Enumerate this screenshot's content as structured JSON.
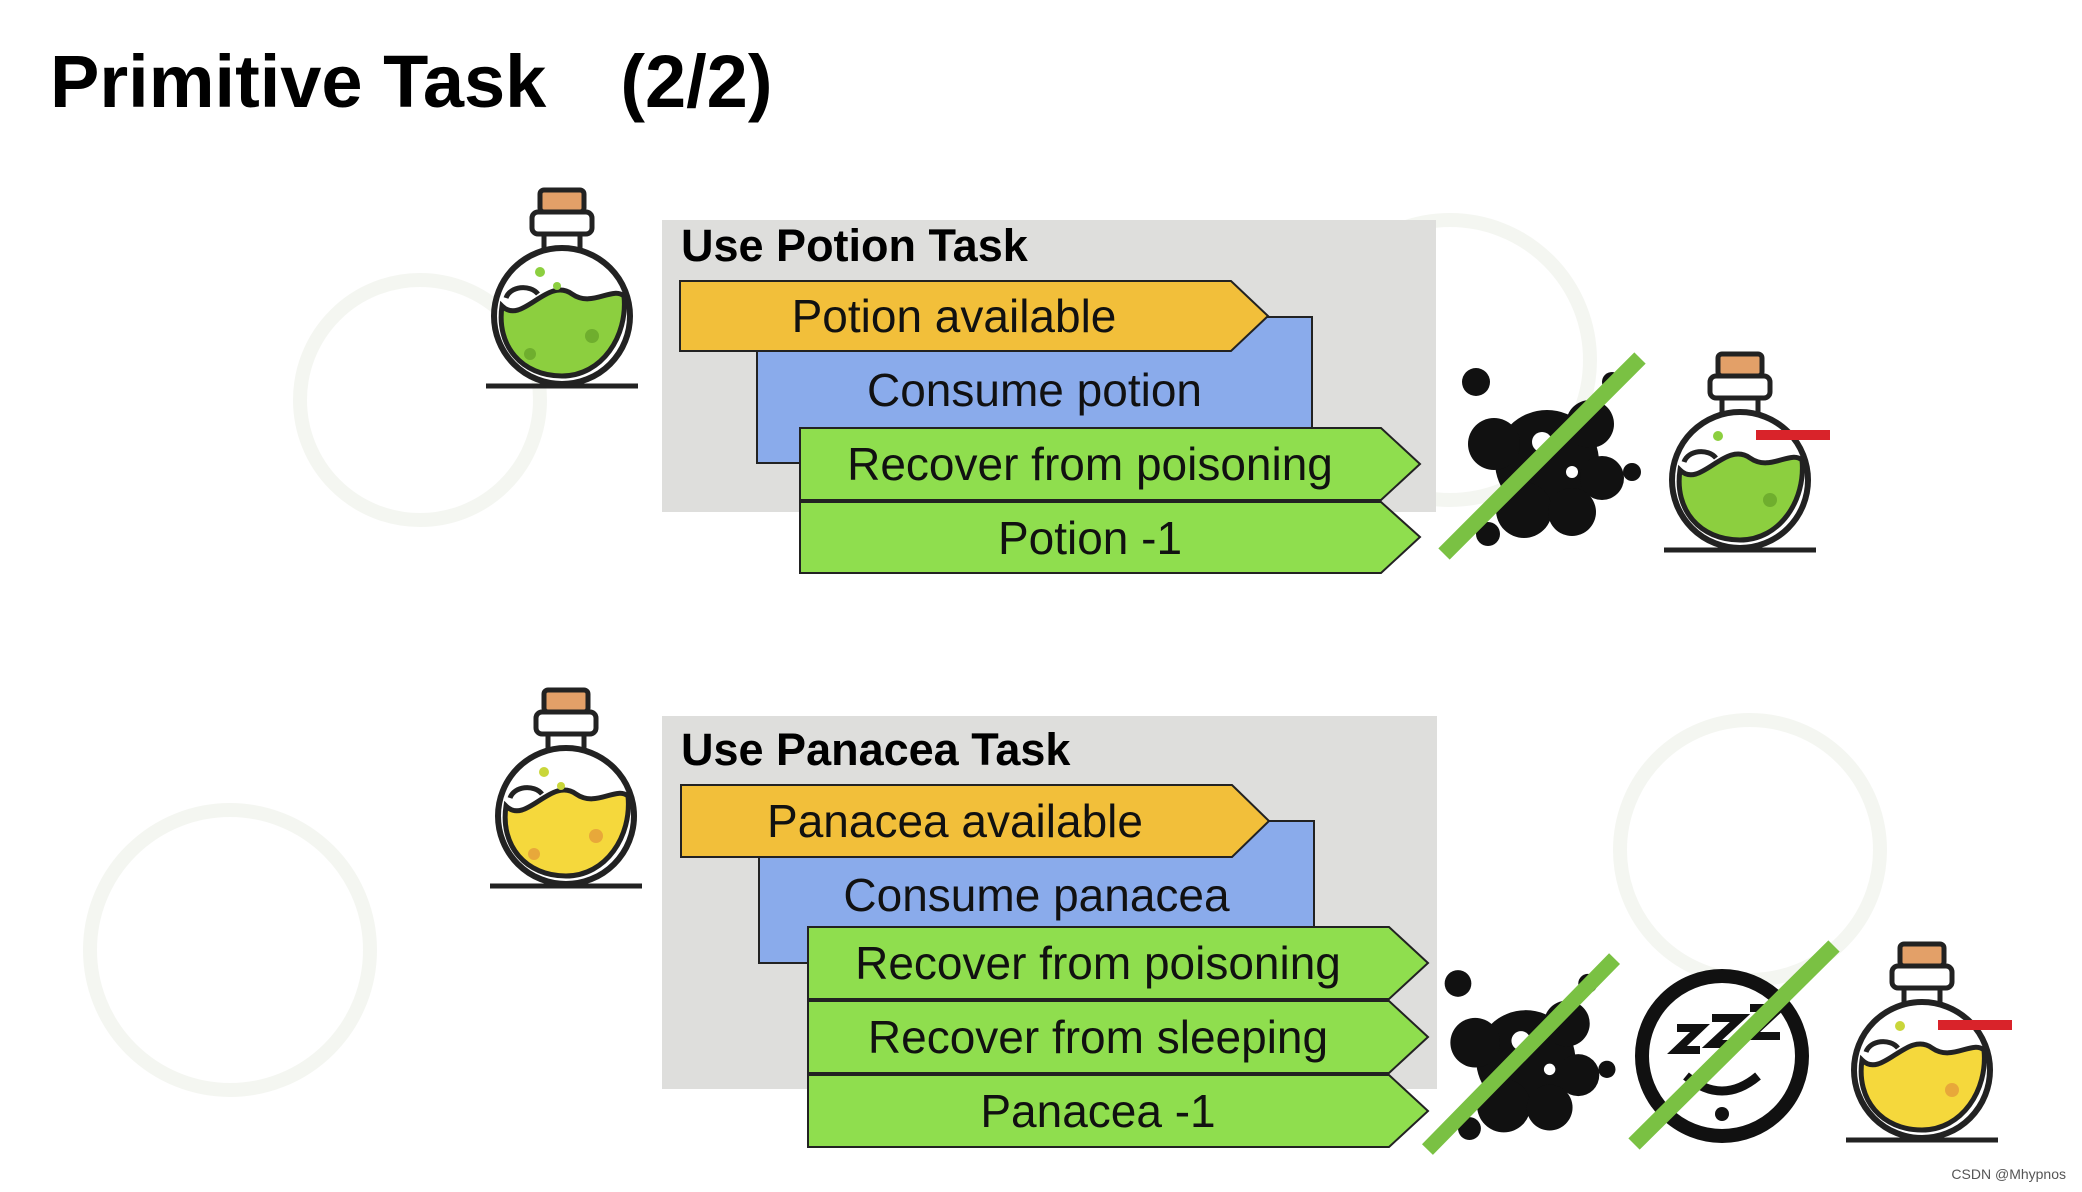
{
  "slide": {
    "title": "Primitive Task　(2/2)",
    "credit": "CSDN @Mhypnos"
  },
  "colors": {
    "panel": "#dededc",
    "condition": "#f2bf3a",
    "operator": "#8aabeb",
    "effect": "#8fde4e",
    "potion_liquid": "#8ccf3f",
    "panacea_liquid": "#f5d83c",
    "strike": "#7ac143",
    "minus_mark": "#d9232a"
  },
  "tasks": [
    {
      "title": "Use Potion Task",
      "precondition": "Potion available",
      "operator": "Consume potion",
      "effects": [
        "Recover from poisoning",
        "Potion -1"
      ],
      "cleared_status_icons": [
        "poison-splat-icon"
      ]
    },
    {
      "title": "Use Panacea Task",
      "precondition": "Panacea available",
      "operator": "Consume panacea",
      "effects": [
        "Recover from poisoning",
        "Recover from sleeping",
        "Panacea -1"
      ],
      "cleared_status_icons": [
        "poison-splat-icon",
        "sleep-zzz-icon"
      ]
    }
  ]
}
